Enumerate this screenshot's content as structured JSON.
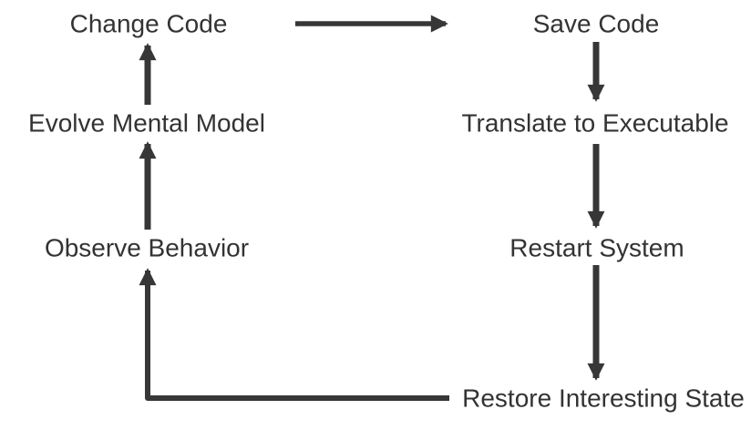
{
  "diagram": {
    "nodes": {
      "change_code": {
        "label": "Change Code"
      },
      "save_code": {
        "label": "Save Code"
      },
      "evolve_mental_model": {
        "label": "Evolve Mental Model"
      },
      "translate_to_executable": {
        "label": "Translate to Executable"
      },
      "observe_behavior": {
        "label": "Observe Behavior"
      },
      "restart_system": {
        "label": "Restart System"
      },
      "restore_interesting_state": {
        "label": "Restore Interesting State"
      }
    },
    "edges": [
      {
        "from": "Change Code",
        "to": "Save Code",
        "direction": "right"
      },
      {
        "from": "Save Code",
        "to": "Translate to Executable",
        "direction": "down"
      },
      {
        "from": "Translate to Executable",
        "to": "Restart System",
        "direction": "down"
      },
      {
        "from": "Restart System",
        "to": "Restore Interesting State",
        "direction": "down"
      },
      {
        "from": "Restore Interesting State",
        "to": "Observe Behavior",
        "direction": "left-then-up"
      },
      {
        "from": "Observe Behavior",
        "to": "Evolve Mental Model",
        "direction": "up"
      },
      {
        "from": "Evolve Mental Model",
        "to": "Change Code",
        "direction": "up"
      }
    ],
    "colors": {
      "text": "#333333",
      "arrow": "#373737",
      "background": "#ffffff"
    }
  }
}
